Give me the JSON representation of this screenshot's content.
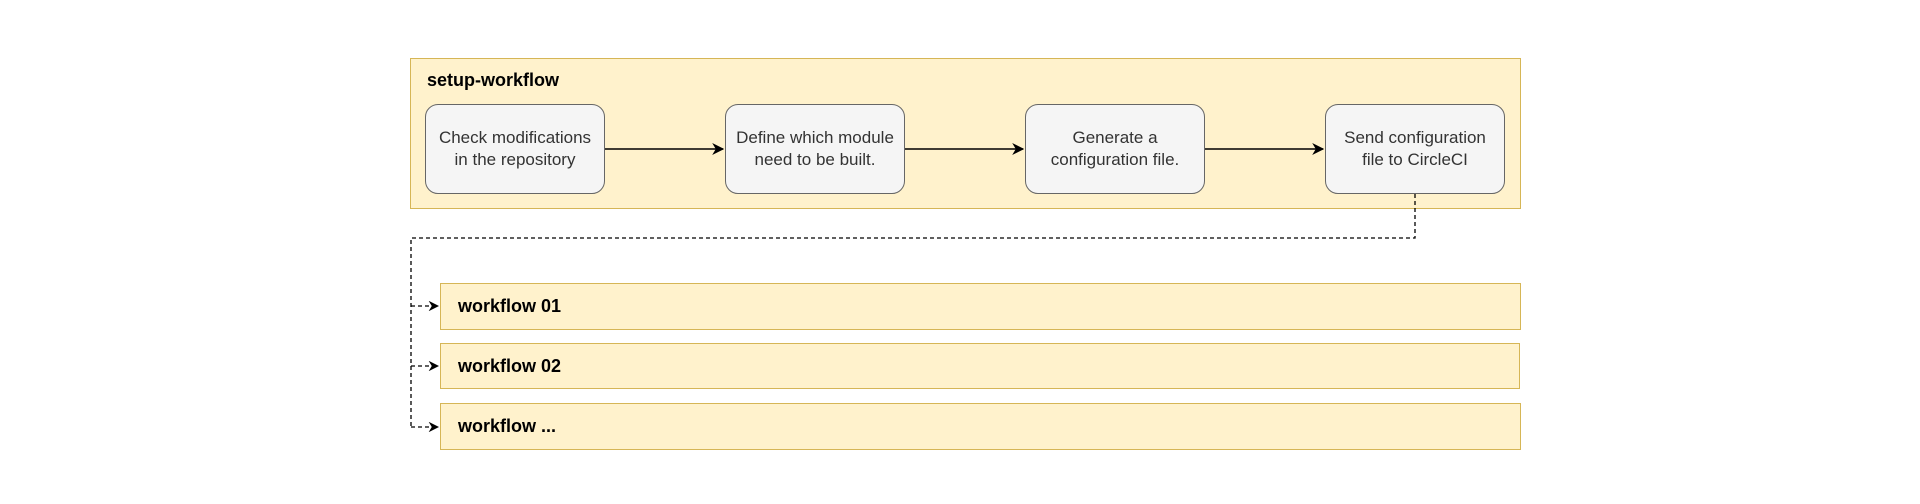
{
  "diagram": {
    "setup_workflow": {
      "title": "setup-workflow",
      "steps": [
        {
          "line1": "Check modifications",
          "line2": "in the repository"
        },
        {
          "line1": "Define which module",
          "line2": "need to be built."
        },
        {
          "line1": "Generate a",
          "line2": "configuration file."
        },
        {
          "line1": "Send configuration",
          "line2": "file to CircleCI"
        }
      ]
    },
    "workflows": [
      {
        "label": "workflow 01"
      },
      {
        "label": "workflow 02"
      },
      {
        "label": "workflow ..."
      }
    ]
  },
  "colors": {
    "container_fill": "#fff2cc",
    "container_stroke": "#d6b656",
    "step_fill": "#f5f5f5",
    "step_stroke": "#666666"
  }
}
